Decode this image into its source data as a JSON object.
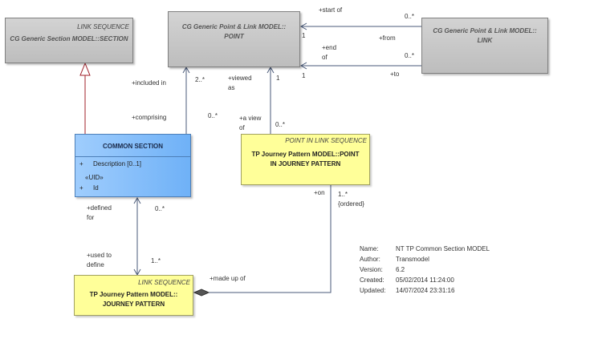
{
  "boxes": {
    "section": {
      "stereotype": "LINK SEQUENCE",
      "name": "CG Generic Section MODEL::SECTION"
    },
    "point": {
      "name_line1": "CG Generic Point & Link MODEL::",
      "name_line2": "POINT"
    },
    "link": {
      "name_line1": "CG Generic Point & Link MODEL::",
      "name_line2": "LINK"
    },
    "common_section": {
      "name": "COMMON SECTION",
      "attr1_vis": "+",
      "attr1": "Description [0..1]",
      "uid_stereo": "«UID»",
      "attr2_vis": "+",
      "attr2": "Id"
    },
    "pijp": {
      "stereotype": "POINT IN LINK SEQUENCE",
      "name_line1": "TP Journey Pattern MODEL::POINT",
      "name_line2": "IN JOURNEY PATTERN"
    },
    "jp": {
      "stereotype": "LINK SEQUENCE",
      "name_line1": "TP Journey Pattern MODEL::",
      "name_line2": "JOURNEY PATTERN"
    }
  },
  "labels": {
    "start_of": "+start of",
    "mult_start_link": "0..*",
    "from": "+from",
    "mult_from_point": "1",
    "end_of": "+end",
    "end_of2": "of",
    "mult_end_link": "0..*",
    "to": "+to",
    "mult_to_point": "1",
    "included_in": "+included in",
    "mult_2": "2..*",
    "viewed_as": "+viewed",
    "viewed_as2": "as",
    "mult_viewed": "1",
    "comprising": "+comprising",
    "mult_comprising": "0..*",
    "a_view_of": "+a view",
    "a_view_of2": "of",
    "mult_view_of": "0..*",
    "on": "+on",
    "mult_on": "1..*",
    "ordered": "{ordered}",
    "defined_for": "+defined",
    "defined_for2": "for",
    "mult_defined": "0..*",
    "used_to_define": "+used to",
    "used_to_define2": "define",
    "mult_used": "1..*",
    "made_up_of": "+made up of"
  },
  "metadata": {
    "name_key": "Name:",
    "name": "NT TP Common Section MODEL",
    "author_key": "Author:",
    "author": "Transmodel",
    "version_key": "Version:",
    "version": "6.2",
    "created_key": "Created:",
    "created": "05/02/2014 11:24:00",
    "updated_key": "Updated:",
    "updated": "14/07/2024 23:31:16"
  }
}
